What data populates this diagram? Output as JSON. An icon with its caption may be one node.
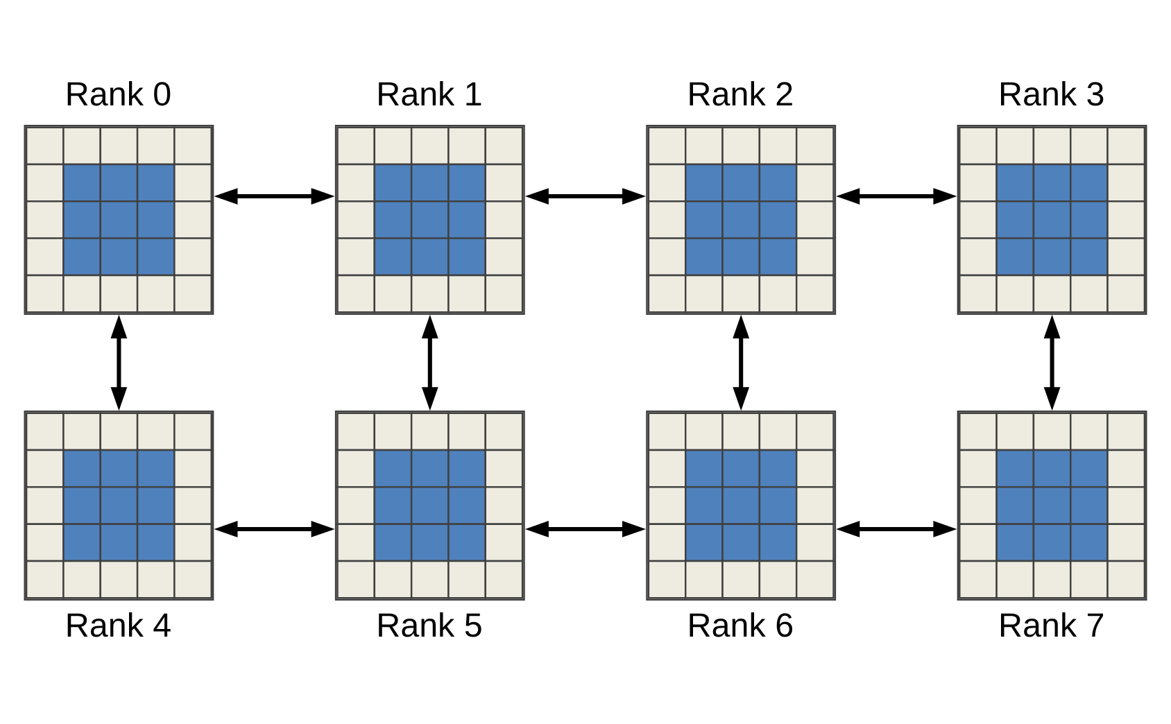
{
  "diagram": {
    "nodes": [
      {
        "text": [
          "Rank 0"
        ]
      },
      {
        "text": [
          "Rank 1"
        ]
      },
      {
        "text": [
          "Rank 2"
        ]
      },
      {
        "text": [
          "Rank 3"
        ]
      },
      {
        "text": [
          "Rank 4"
        ]
      },
      {
        "text": [
          "Rank 5"
        ]
      },
      {
        "text": [
          "Rank 6"
        ]
      },
      {
        "text": [
          "Rank 7"
        ]
      }
    ],
    "edges": [
      {
        "from": 0,
        "to": 1,
        "arrow": "both"
      },
      {
        "from": 1,
        "to": 2,
        "arrow": "both"
      },
      {
        "from": 2,
        "to": 3,
        "arrow": "both"
      },
      {
        "from": 0,
        "to": 4,
        "arrow": "both"
      },
      {
        "from": 1,
        "to": 5,
        "arrow": "both"
      },
      {
        "from": 2,
        "to": 6,
        "arrow": "both"
      },
      {
        "from": 3,
        "to": 7,
        "arrow": "both"
      },
      {
        "from": 4,
        "to": 5,
        "arrow": "both"
      },
      {
        "from": 5,
        "to": 6,
        "arrow": "both"
      },
      {
        "from": 6,
        "to": 7,
        "arrow": "both"
      }
    ]
  }
}
